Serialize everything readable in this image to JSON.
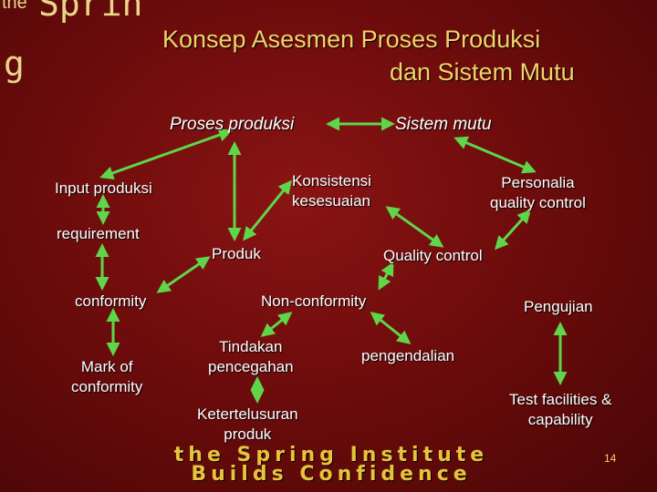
{
  "logo": {
    "the": "the",
    "spring": "Sprin",
    "g": "g"
  },
  "title": {
    "line1": "Konsep Asesmen Proses Produksi",
    "line2": "dan Sistem Mutu"
  },
  "nodes": {
    "proses_produksi": "Proses produksi",
    "sistem_mutu": "Sistem mutu",
    "input_produksi": "Input produksi",
    "konsistensi_l1": "Konsistensi",
    "konsistensi_l2": "kesesuaian",
    "personalia_l1": "Personalia",
    "personalia_l2": "quality control",
    "requirement": "requirement",
    "produk": "Produk",
    "quality_control": "Quality control",
    "conformity": "conformity",
    "non_conformity": "Non-conformity",
    "pengujian": "Pengujian",
    "mark_l1": "Mark of",
    "mark_l2": "conformity",
    "tindakan_l1": "Tindakan",
    "tindakan_l2": "pencegahan",
    "pengendalian": "pengendalian",
    "test_l1": "Test facilities &",
    "test_l2": "capability",
    "ketertelusuran_l1": "Ketertelusuran",
    "ketertelusuran_l2": "produk"
  },
  "footer": {
    "line1": "the Spring Institute",
    "line2": "Builds Confidence"
  },
  "page_number": "14",
  "colors": {
    "background": "#6e0c0c",
    "title": "#f1d36a",
    "arrow": "#5fd64a",
    "footer": "#e6c33a",
    "text": "#ffffff"
  }
}
